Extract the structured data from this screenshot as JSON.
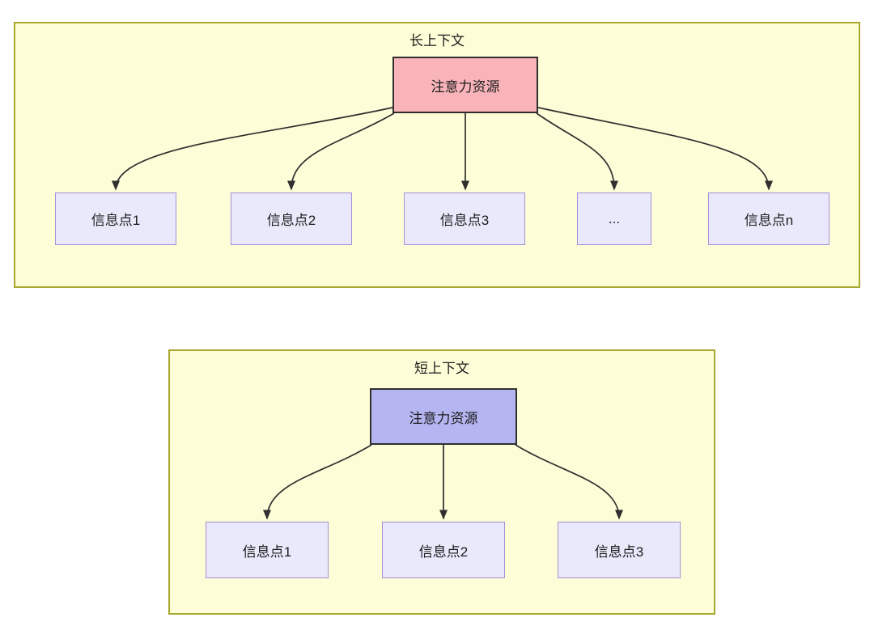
{
  "colors": {
    "page_bg": "#ffffff",
    "panel_bg": "#fdfdd7",
    "panel_border": "#a9a931",
    "long_source_bg": "#f8b4b9",
    "short_source_bg": "#b5b5f1",
    "source_border": "#2f2f2f",
    "info_bg": "#e9e9fb",
    "info_border": "#a78fd8",
    "arrow": "#2f2f2f",
    "text": "#1c1c1c"
  },
  "panels": [
    {
      "title": "长上下文",
      "source_label": "注意力资源",
      "targets": [
        "信息点1",
        "信息点2",
        "信息点3",
        "...",
        "信息点n"
      ]
    },
    {
      "title": "短上下文",
      "source_label": "注意力资源",
      "targets": [
        "信息点1",
        "信息点2",
        "信息点3"
      ]
    }
  ]
}
